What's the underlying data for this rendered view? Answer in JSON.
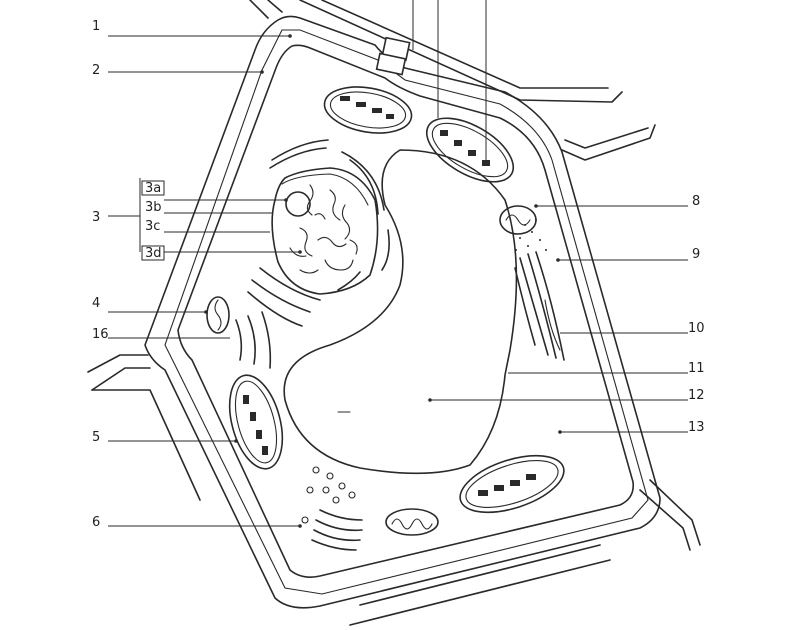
{
  "labels": {
    "l1": "1",
    "l2": "2",
    "l3": "3",
    "l3a": "3a",
    "l3b": "3b",
    "l3c": "3c",
    "l3d": "3d",
    "l4": "4",
    "l5": "5",
    "l6": "6",
    "l8": "8",
    "l9": "9",
    "l10": "10",
    "l11": "11",
    "l12": "12",
    "l13": "13",
    "l16": "16"
  }
}
